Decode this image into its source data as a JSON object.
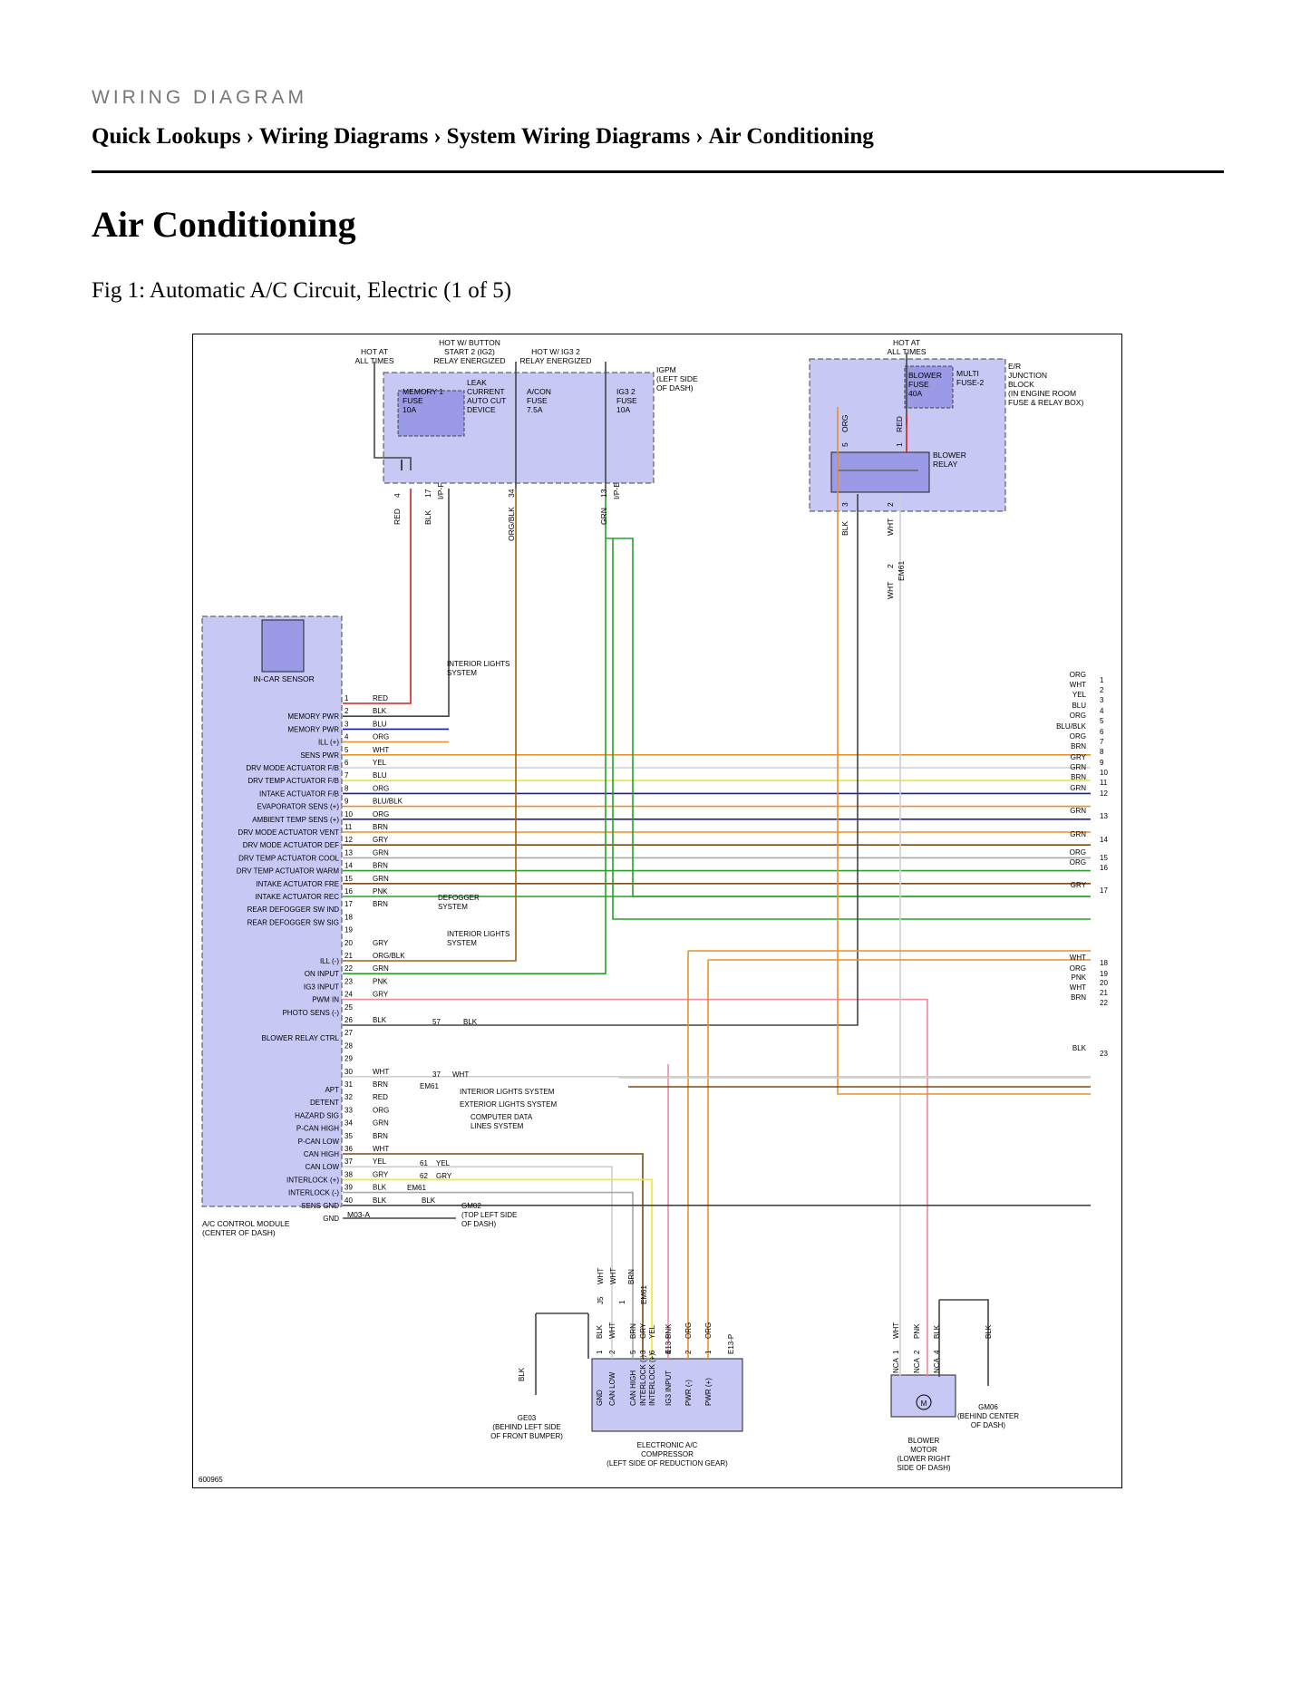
{
  "header": {
    "eyebrow": "WIRING DIAGRAM",
    "breadcrumb": [
      "Quick Lookups",
      "Wiring Diagrams",
      "System Wiring Diagrams",
      "Air Conditioning"
    ],
    "separator": "›"
  },
  "page_title": "Air Conditioning",
  "figure_caption": "Fig 1: Automatic A/C Circuit, Electric (1 of 5)",
  "diagram": {
    "figure_id": "600965",
    "igpm": {
      "label": [
        "IGPM",
        "(LEFT SIDE",
        "OF DASH)"
      ],
      "hot_at_all_times": [
        "HOT AT",
        "ALL TIMES"
      ],
      "hot_button": [
        "HOT W/ BUTTON",
        "START 2 (IG2)",
        "RELAY ENERGIZED"
      ],
      "hot_ig3": [
        "HOT W/ IG3 2",
        "RELAY ENERGIZED"
      ],
      "memory_fuse": [
        "MEMORY 1",
        "FUSE",
        "10A"
      ],
      "leak_device": [
        "LEAK",
        "CURRENT",
        "AUTO CUT",
        "DEVICE"
      ],
      "acon_fuse": [
        "A/CON",
        "FUSE",
        "7.5A"
      ],
      "ig3_fuse": [
        "IG3 2",
        "FUSE",
        "10A"
      ],
      "pins": [
        "4",
        "17",
        "I/P-F",
        "34",
        "13",
        "I/P-E"
      ],
      "wire_colors": [
        "RED",
        "BLK",
        "ORG/BLK",
        "GRN"
      ]
    },
    "er_box": {
      "label": [
        "E/R",
        "JUNCTION",
        "BLOCK",
        "(IN ENGINE ROOM",
        "FUSE & RELAY BOX)"
      ],
      "hot_at_all_times": [
        "HOT AT",
        "ALL TIMES"
      ],
      "blower_fuse": [
        "BLOWER",
        "FUSE",
        "40A"
      ],
      "multi_fuse": [
        "MULTI",
        "FUSE-2"
      ],
      "blower_relay": [
        "BLOWER",
        "RELAY"
      ],
      "pins": [
        "5",
        "ORG",
        "1",
        "RED",
        "3",
        "2",
        "BLK",
        "WHT"
      ],
      "em61": [
        "2",
        "EM61",
        "WHT"
      ]
    },
    "in_car_sensor": "IN-CAR SENSOR",
    "module": {
      "label": [
        "A/C CONTROL MODULE",
        "(CENTER OF DASH)"
      ],
      "connector": "M03-A",
      "pins": [
        {
          "n": "1",
          "c": "RED",
          "f": ""
        },
        {
          "n": "2",
          "c": "BLK",
          "f": "MEMORY PWR"
        },
        {
          "n": "3",
          "c": "BLU",
          "f": "MEMORY PWR"
        },
        {
          "n": "4",
          "c": "ORG",
          "f": "ILL (+)"
        },
        {
          "n": "5",
          "c": "WHT",
          "f": "SENS PWR"
        },
        {
          "n": "6",
          "c": "YEL",
          "f": "DRV MODE ACTUATOR F/B"
        },
        {
          "n": "7",
          "c": "BLU",
          "f": "DRV TEMP ACTUATOR F/B"
        },
        {
          "n": "8",
          "c": "ORG",
          "f": "INTAKE ACTUATOR F/B"
        },
        {
          "n": "9",
          "c": "BLU/BLK",
          "f": "EVAPORATOR SENS (+)"
        },
        {
          "n": "10",
          "c": "ORG",
          "f": "AMBIENT TEMP SENS (+)"
        },
        {
          "n": "11",
          "c": "BRN",
          "f": "DRV MODE ACTUATOR VENT"
        },
        {
          "n": "12",
          "c": "GRY",
          "f": "DRV MODE ACTUATOR DEF"
        },
        {
          "n": "13",
          "c": "GRN",
          "f": "DRV TEMP ACTUATOR COOL"
        },
        {
          "n": "14",
          "c": "BRN",
          "f": "DRV TEMP ACTUATOR WARM"
        },
        {
          "n": "15",
          "c": "GRN",
          "f": "INTAKE ACTUATOR FRE"
        },
        {
          "n": "16",
          "c": "PNK",
          "f": "INTAKE ACTUATOR REC"
        },
        {
          "n": "17",
          "c": "BRN",
          "f": "REAR DEFOGGER SW IND"
        },
        {
          "n": "18",
          "c": "",
          "f": "REAR DEFOGGER SW SIG"
        },
        {
          "n": "19",
          "c": "",
          "f": ""
        },
        {
          "n": "20",
          "c": "GRY",
          "f": ""
        },
        {
          "n": "21",
          "c": "ORG/BLK",
          "f": "ILL (-)"
        },
        {
          "n": "22",
          "c": "GRN",
          "f": "ON INPUT"
        },
        {
          "n": "23",
          "c": "PNK",
          "f": "IG3 INPUT"
        },
        {
          "n": "24",
          "c": "GRY",
          "f": "PWM IN"
        },
        {
          "n": "25",
          "c": "",
          "f": "PHOTO SENS (-)"
        },
        {
          "n": "26",
          "c": "BLK",
          "f": ""
        },
        {
          "n": "27",
          "c": "",
          "f": "BLOWER RELAY CTRL"
        },
        {
          "n": "28",
          "c": "",
          "f": ""
        },
        {
          "n": "29",
          "c": "",
          "f": ""
        },
        {
          "n": "30",
          "c": "WHT",
          "f": ""
        },
        {
          "n": "31",
          "c": "BRN",
          "f": "APT"
        },
        {
          "n": "32",
          "c": "RED",
          "f": "DETENT"
        },
        {
          "n": "33",
          "c": "ORG",
          "f": "HAZARD SIG"
        },
        {
          "n": "34",
          "c": "GRN",
          "f": "P-CAN HIGH"
        },
        {
          "n": "35",
          "c": "BRN",
          "f": "P-CAN LOW"
        },
        {
          "n": "36",
          "c": "WHT",
          "f": "CAN HIGH"
        },
        {
          "n": "37",
          "c": "YEL",
          "f": "CAN LOW"
        },
        {
          "n": "38",
          "c": "GRY",
          "f": "INTERLOCK (+)"
        },
        {
          "n": "39",
          "c": "BLK",
          "f": "INTERLOCK (-)"
        },
        {
          "n": "40",
          "c": "BLK",
          "f": "SENS GND"
        },
        {
          "n": "",
          "c": "",
          "f": "GND"
        }
      ],
      "refs": {
        "interior_lights": [
          "INTERIOR LIGHTS",
          "SYSTEM"
        ],
        "defogger": [
          "DEFOGGER",
          "SYSTEM"
        ],
        "interior_lights_sys": "INTERIOR LIGHTS SYSTEM",
        "exterior_lights_sys": "EXTERIOR LIGHTS SYSTEM",
        "computer_data": [
          "COMPUTER DATA",
          "LINES SYSTEM"
        ],
        "splices": [
          "57",
          "BLK",
          "37",
          "WHT",
          "EM61",
          "61",
          "YEL",
          "62",
          "GRY",
          "EM61",
          "BLK"
        ],
        "gm02": [
          "GM02",
          "(TOP LEFT SIDE",
          "OF DASH)"
        ]
      }
    },
    "right_edge": [
      {
        "c": "ORG",
        "n": "1"
      },
      {
        "c": "WHT",
        "n": "2"
      },
      {
        "c": "YEL",
        "n": "3"
      },
      {
        "c": "BLU",
        "n": "4"
      },
      {
        "c": "ORG",
        "n": "5"
      },
      {
        "c": "BLU/BLK",
        "n": "6"
      },
      {
        "c": "ORG",
        "n": "7"
      },
      {
        "c": "BRN",
        "n": "8"
      },
      {
        "c": "GRY",
        "n": "9"
      },
      {
        "c": "GRN",
        "n": "10"
      },
      {
        "c": "BRN",
        "n": "11"
      },
      {
        "c": "GRN",
        "n": "12"
      },
      {
        "c": "GRN",
        "n": "13"
      },
      {
        "c": "GRN",
        "n": "14"
      },
      {
        "c": "ORG",
        "n": "15"
      },
      {
        "c": "ORG",
        "n": "16"
      },
      {
        "c": "GRY",
        "n": "17"
      },
      {
        "c": "WHT",
        "n": "18"
      },
      {
        "c": "ORG",
        "n": "19"
      },
      {
        "c": "PNK",
        "n": "20"
      },
      {
        "c": "WHT",
        "n": "21"
      },
      {
        "c": "BRN",
        "n": "22"
      },
      {
        "c": "BLK",
        "n": "23"
      }
    ],
    "compressor": {
      "label": [
        "ELECTRONIC A/C",
        "COMPRESSOR",
        "(LEFT SIDE OF REDUCTION GEAR)"
      ],
      "pins": [
        "GND",
        "CAN LOW",
        "CAN HIGH",
        "INTERLOCK (-)",
        "INTERLOCK (+)",
        "IG3 INPUT",
        "PWR (-)",
        "PWR (+)"
      ],
      "wire_colors": [
        "BLK",
        "WHT",
        "BRN",
        "GRY",
        "YEL",
        "PNK",
        "ORG",
        "ORG"
      ],
      "pin_nums": [
        "1",
        "2",
        "5",
        "3",
        "6",
        "4",
        "2",
        "1"
      ],
      "connectors": [
        "E13-S",
        "E13-P"
      ],
      "upper_colors": [
        "WHT",
        "WHT",
        "BRN"
      ],
      "upper_nums": [
        "J5",
        "1",
        "EM61"
      ]
    },
    "ge03": [
      "BLK",
      "GE03",
      "(BEHIND LEFT SIDE",
      "OF FRONT BUMPER)"
    ],
    "blower_motor": {
      "label": [
        "BLOWER",
        "MOTOR",
        "(LOWER RIGHT",
        "SIDE OF DASH)"
      ],
      "pins": [
        "NCA",
        "NCA",
        "NCA"
      ],
      "pin_nums": [
        "1",
        "2",
        "4"
      ],
      "wire_colors": [
        "WHT",
        "PNK",
        "BLK",
        "BLK"
      ],
      "symbol": "M"
    },
    "gm06": [
      "GM06",
      "(BEHIND CENTER",
      "OF DASH)"
    ]
  }
}
